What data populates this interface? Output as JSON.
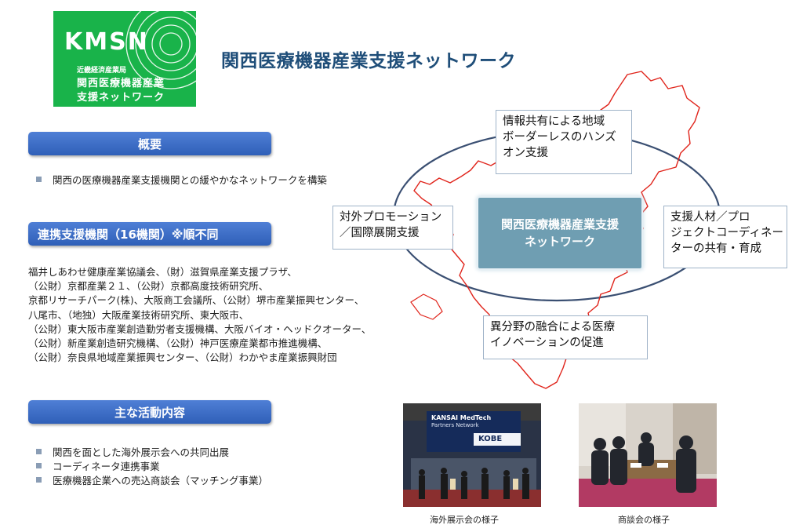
{
  "logo": {
    "main": "KMSN",
    "line1": "近畿経済産業局",
    "line2": "関西医療機器産業",
    "line3": "支援ネットワーク",
    "color": "#19b34a"
  },
  "title": "関西医療機器産業支援ネットワーク",
  "overview": {
    "heading": "概要",
    "bullets": [
      "関西の医療機器産業支援機関との緩やかなネットワークを構築"
    ]
  },
  "partners": {
    "heading": "連携支援機関（16機関）※順不同",
    "lines": [
      "福井しあわせ健康産業協議会、（財）滋賀県産業支援プラザ、",
      "（公財）京都産業２１、（公財）京都高度技術研究所、",
      "京都リサーチパーク(株)、大阪商工会議所、（公財）堺市産業振興センター、",
      "八尾市、（地独）大阪産業技術研究所、東大阪市、",
      "（公財）東大阪市産業創造勤労者支援機構、大阪バイオ・ヘッドクオーター、",
      "（公財）新産業創造研究機構、（公財）神戸医療産業都市推進機構、",
      "（公財）奈良県地域産業振興センター、（公財）わかやま産業振興財団"
    ]
  },
  "activities": {
    "heading": "主な活動内容",
    "bullets": [
      "関西を面とした海外展示会への共同出展",
      "コーディネータ連携事業",
      "医療機器企業への売込商談会（マッチング事業）"
    ]
  },
  "diagram": {
    "center": [
      "関西医療機器産業支援",
      "ネットワーク"
    ],
    "top": "情報共有による地域\nボーダーレスのハンズ\nオン支援",
    "left": "対外プロモーション\n／国際展開支援",
    "right": "支援人材／プロ\nジェクトコーディネー\nターの共有・育成",
    "bottom": "異分野の融合による医療\nイノベーションの促進"
  },
  "photos": {
    "expo_caption": "海外展示会の様子",
    "meeting_caption": "商談会の様子",
    "expo_sign1": "KANSAI MedTech",
    "expo_sign2": "Partners Network",
    "expo_sign3": "KOBE"
  }
}
